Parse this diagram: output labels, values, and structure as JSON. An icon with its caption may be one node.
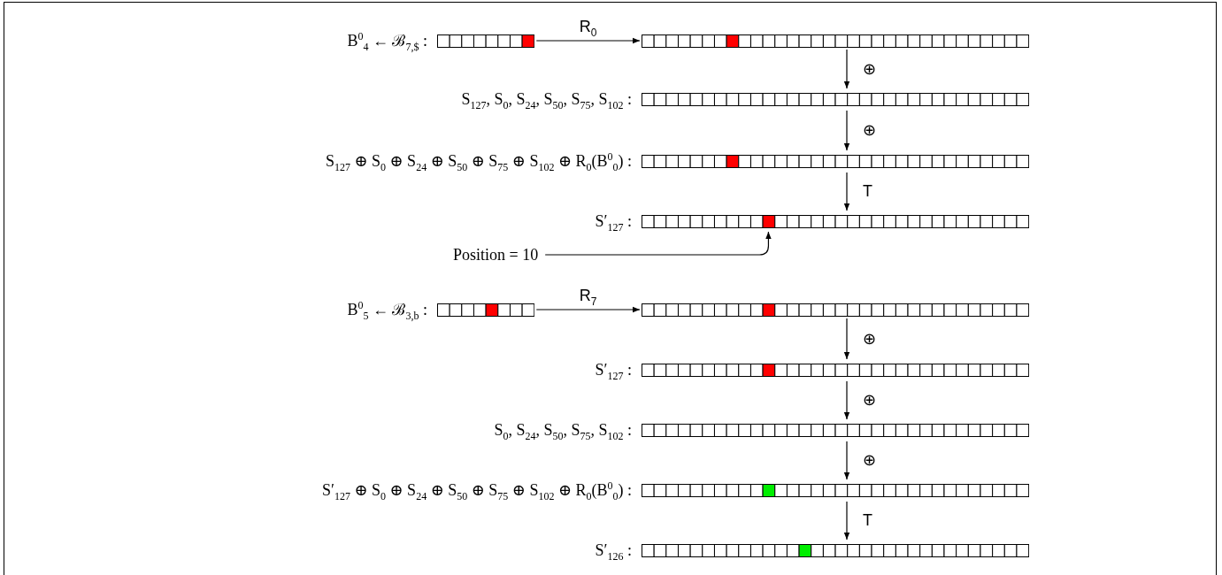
{
  "diagram": {
    "nodes": [
      {
        "text": [
          "B$^{0}$$_{4}$ ← ℬ$_{7,$}$ :"
        ]
      },
      {
        "text": [],
        "shape": "bar"
      },
      {
        "text": [
          "S$_{127}$, S$_{0}$, S$_{24}$, S$_{50}$, S$_{75}$, S$_{102}$ :"
        ]
      },
      {
        "text": [
          "S$_{127}$ ⊕ S$_{0}$ ⊕ S$_{24}$ ⊕ S$_{50}$ ⊕ S$_{75}$ ⊕ S$_{102}$ ⊕ R$_{0}$(B$^{0}$$_{0}$) :"
        ]
      },
      {
        "text": [
          "S′$_{127}$ :"
        ]
      },
      {
        "text": [
          "Position = 10"
        ]
      },
      {
        "text": [
          "B$^{0}$$_{5}$ ← ℬ$_{3,b}$ :"
        ]
      },
      {
        "text": [],
        "shape": "bar"
      },
      {
        "text": [
          "S′$_{127}$ :"
        ]
      },
      {
        "text": [
          "S$_{0}$, S$_{24}$, S$_{50}$, S$_{75}$, S$_{102}$ :"
        ]
      },
      {
        "text": [
          "S′$_{127}$ ⊕ S$_{0}$ ⊕ S$_{24}$ ⊕ S$_{50}$ ⊕ S$_{75}$ ⊕ S$_{102}$ ⊕ R$_{0}$(B$^{0}$$_{0}$) :"
        ]
      },
      {
        "text": [
          "S′$_{126}$ :"
        ]
      }
    ],
    "edges": [
      {
        "from": 0,
        "to": 1,
        "arrow": "to",
        "label": "R$_{0}$"
      },
      {
        "from": 1,
        "to": 2,
        "arrow": "to",
        "label": "⊕"
      },
      {
        "from": 2,
        "to": 3,
        "arrow": "to",
        "label": "⊕"
      },
      {
        "from": 3,
        "to": 4,
        "arrow": "to",
        "label": "T"
      },
      {
        "from": 5,
        "to": 4,
        "arrow": "to"
      },
      {
        "from": 6,
        "to": 7,
        "arrow": "to",
        "label": "R$_{7}$"
      },
      {
        "from": 7,
        "to": 8,
        "arrow": "to",
        "label": "⊕"
      },
      {
        "from": 8,
        "to": 9,
        "arrow": "to",
        "label": "⊕"
      },
      {
        "from": 9,
        "to": 10,
        "arrow": "to",
        "label": "⊕"
      },
      {
        "from": 10,
        "to": 11,
        "arrow": "to",
        "label": "T"
      }
    ]
  }
}
